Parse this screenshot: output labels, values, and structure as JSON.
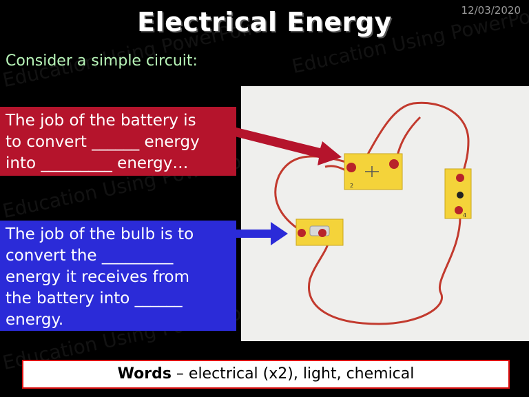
{
  "slide": {
    "date": "12/03/2020",
    "title": "Electrical Energy",
    "subtitle": "Consider a simple circuit:",
    "battery_box_lines": [
      "The job of the battery is",
      "to convert ______ energy",
      "into _________ energy…"
    ],
    "bulb_box_lines": [
      "The job of the bulb is to",
      "convert the _________",
      "energy it receives from",
      "the battery into ______",
      "energy."
    ],
    "words_label": "Words",
    "words_text": " – electrical (x2), light, chemical",
    "watermark": "Education Using PowerPoint"
  },
  "colors": {
    "background": "#000000",
    "battery_box": "#b5142c",
    "bulb_box": "#2b2bd8",
    "subtitle": "#b8f5b8",
    "words_border": "#dd1111"
  },
  "photo": {
    "component_labels": [
      "2",
      "4"
    ]
  }
}
